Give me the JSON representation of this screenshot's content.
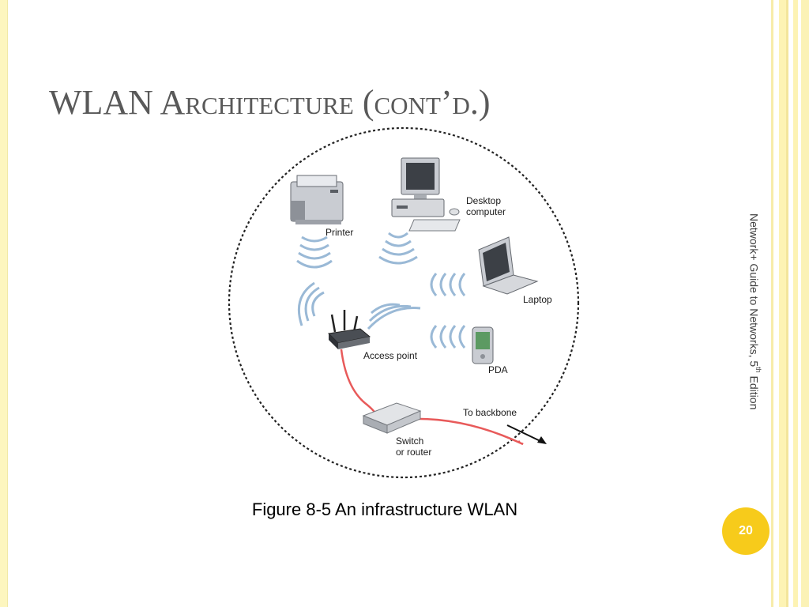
{
  "slide": {
    "title": "WLAN Architecture (cont’d.)",
    "caption": "Figure 8-5 An infrastructure WLAN",
    "side_note": {
      "prefix": "Network+ Guide to Networks, 5",
      "superscript": "th",
      "suffix": " Edition"
    },
    "page_number": "20"
  },
  "diagram": {
    "labels": {
      "printer": "Printer",
      "desktop_line1": "Desktop",
      "desktop_line2": "computer",
      "laptop": "Laptop",
      "access_point": "Access point",
      "pda": "PDA",
      "switch_line1": "Switch",
      "switch_line2": "or router",
      "backbone": "To backbone"
    },
    "colors": {
      "cable": "#e85a5a",
      "signal": "#9ab9d6",
      "boundary": "#222222",
      "accent": "#f7cb1b"
    }
  }
}
